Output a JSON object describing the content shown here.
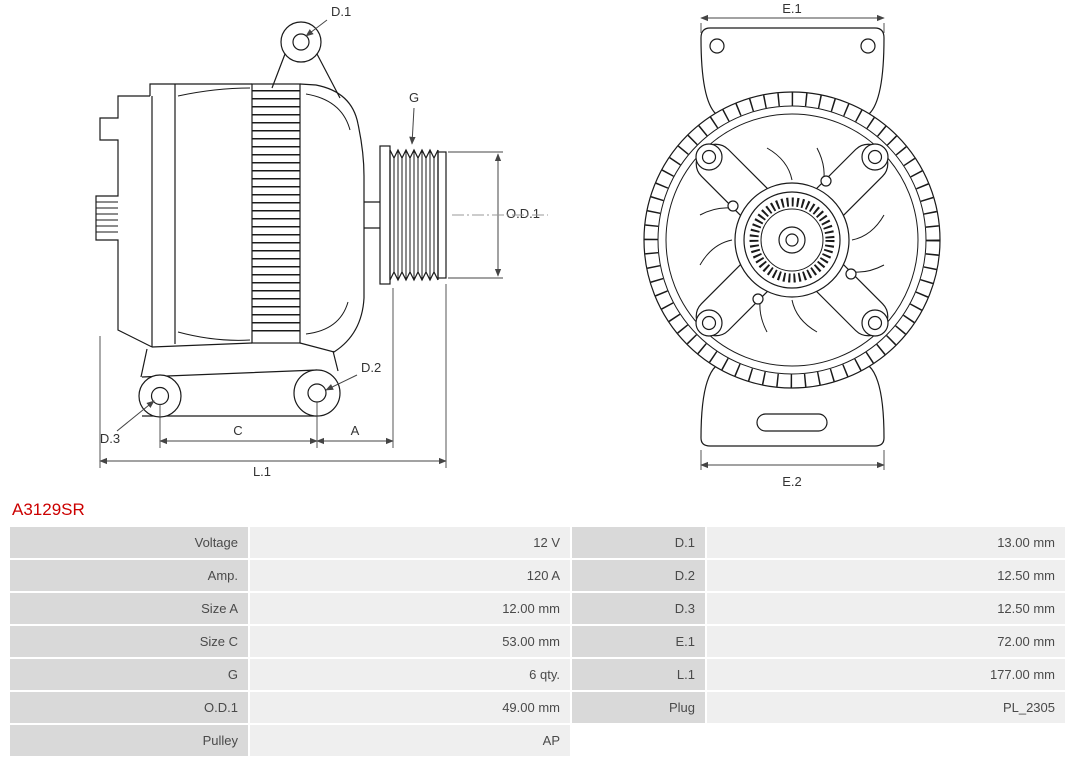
{
  "part_number": "A3129SR",
  "colors": {
    "part_number_text": "#cc0000",
    "drawing_line": "#1a1a1a",
    "dimension_line": "#444444",
    "table_label_bg": "#d9d9d9",
    "table_value_bg": "#efefef"
  },
  "diagram": {
    "side_view_labels": {
      "d1": "D.1",
      "g": "G",
      "od1": "O.D.1",
      "d2": "D.2",
      "d3": "D.3",
      "c": "C",
      "a": "A",
      "l1": "L.1"
    },
    "front_view_labels": {
      "e1": "E.1",
      "e2": "E.2"
    }
  },
  "table": {
    "rows": [
      {
        "label1": "Voltage",
        "value1": "12 V",
        "label2": "D.1",
        "value2": "13.00 mm"
      },
      {
        "label1": "Amp.",
        "value1": "120 A",
        "label2": "D.2",
        "value2": "12.50 mm"
      },
      {
        "label1": "Size A",
        "value1": "12.00 mm",
        "label2": "D.3",
        "value2": "12.50 mm"
      },
      {
        "label1": "Size C",
        "value1": "53.00 mm",
        "label2": "E.1",
        "value2": "72.00 mm"
      },
      {
        "label1": "G",
        "value1": "6 qty.",
        "label2": "L.1",
        "value2": "177.00 mm"
      },
      {
        "label1": "O.D.1",
        "value1": "49.00 mm",
        "label2": "Plug",
        "value2": "PL_2305"
      },
      {
        "label1": "Pulley",
        "value1": "AP",
        "label2": "",
        "value2": ""
      }
    ]
  }
}
